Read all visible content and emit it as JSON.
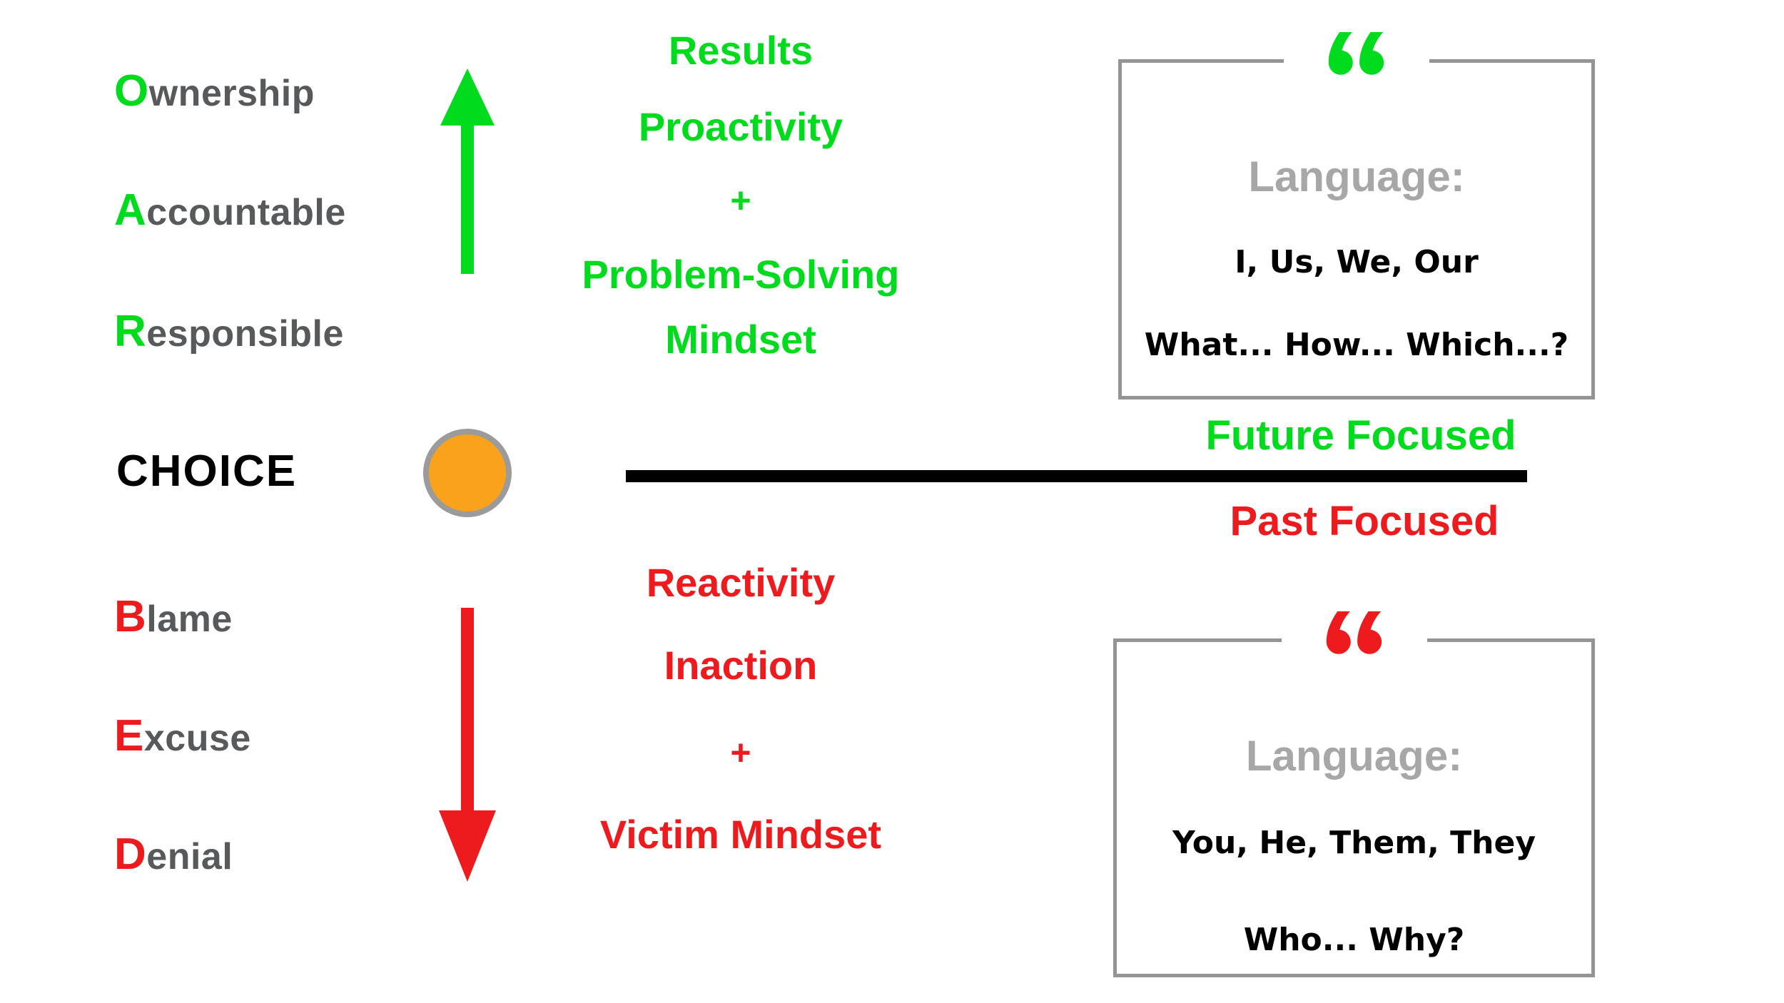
{
  "colors": {
    "green": "#00DB1E",
    "red": "#ED1B1D",
    "orange": "#FAA21B",
    "circle-border": "#9B9B9B",
    "box-border": "#949494",
    "label-gray": "#58595B",
    "heading-gray": "#A7A7A7"
  },
  "left_column": {
    "above": [
      {
        "initial": "O",
        "rest": "wnership"
      },
      {
        "initial": "A",
        "rest": "ccountable"
      },
      {
        "initial": "R",
        "rest": "esponsible"
      }
    ],
    "choice_label": "CHOICE",
    "below": [
      {
        "initial": "B",
        "rest": "lame"
      },
      {
        "initial": "E",
        "rest": "xcuse"
      },
      {
        "initial": "D",
        "rest": "enial"
      }
    ]
  },
  "above_line": {
    "items": [
      "Results",
      "Proactivity",
      "+",
      "Problem-Solving",
      "Mindset"
    ],
    "focus_label": "Future Focused"
  },
  "below_line": {
    "items": [
      "Reactivity",
      "Inaction",
      "+",
      "Victim Mindset"
    ],
    "focus_label": "Past Focused"
  },
  "language_boxes": {
    "above": {
      "heading": "Language:",
      "lines": [
        "I, Us, We, Our",
        "What... How... Which...?"
      ]
    },
    "below": {
      "heading": "Language:",
      "lines": [
        "You, He, Them, They",
        "Who... Why?"
      ]
    }
  }
}
